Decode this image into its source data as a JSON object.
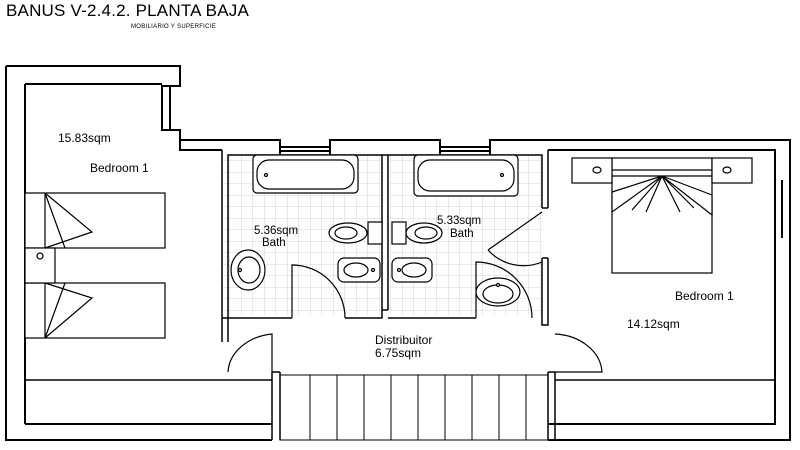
{
  "header": {
    "title": "BANUS V-2.4.2.  PLANTA BAJA",
    "subtitle": "MOBILIARIO Y SUPERFICIE"
  },
  "rooms": {
    "bedroom_left": {
      "area": "15.83sqm",
      "name": "Bedroom 1"
    },
    "bath_left": {
      "area": "5.36sqm",
      "name": "Bath"
    },
    "bath_right": {
      "area": "5.33sqm",
      "name": "Bath"
    },
    "bedroom_right": {
      "name": "Bedroom 1",
      "area": "14.12sqm"
    },
    "distributor": {
      "name": "Distribuitor",
      "area": "6.75sqm"
    }
  }
}
